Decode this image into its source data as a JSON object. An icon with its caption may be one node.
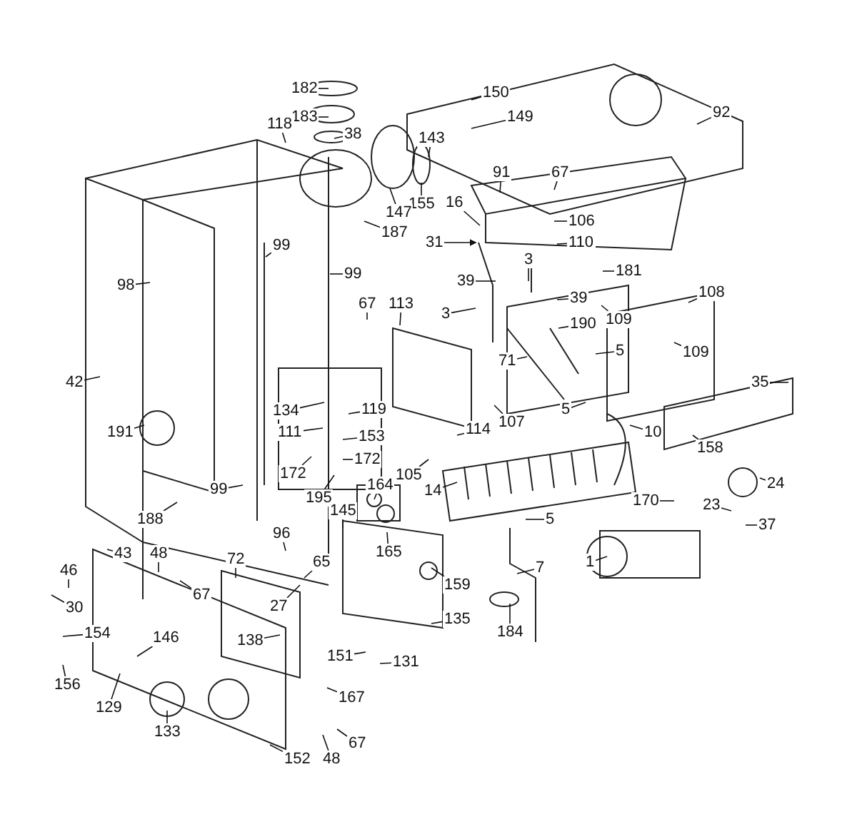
{
  "diagram": {
    "nodes": [
      {
        "text": [
          "182"
        ]
      },
      {
        "text": [
          "183"
        ]
      },
      {
        "text": [
          "118"
        ]
      },
      {
        "text": [
          "38"
        ]
      },
      {
        "text": [
          "143"
        ]
      },
      {
        "text": [
          "150"
        ]
      },
      {
        "text": [
          "149"
        ]
      },
      {
        "text": [
          "92"
        ]
      },
      {
        "text": [
          "91"
        ]
      },
      {
        "text": [
          "67"
        ]
      },
      {
        "text": [
          "155"
        ]
      },
      {
        "text": [
          "147"
        ]
      },
      {
        "text": [
          "187"
        ]
      },
      {
        "text": [
          "106"
        ]
      },
      {
        "text": [
          "16"
        ]
      },
      {
        "text": [
          "110"
        ]
      },
      {
        "text": [
          "31"
        ]
      },
      {
        "text": [
          "181"
        ]
      },
      {
        "text": [
          "99"
        ]
      },
      {
        "text": [
          "99"
        ]
      },
      {
        "text": [
          "98"
        ]
      },
      {
        "text": [
          "3"
        ]
      },
      {
        "text": [
          "39"
        ]
      },
      {
        "text": [
          "3"
        ]
      },
      {
        "text": [
          "39"
        ]
      },
      {
        "text": [
          "108"
        ]
      },
      {
        "text": [
          "67"
        ]
      },
      {
        "text": [
          "113"
        ]
      },
      {
        "text": [
          "109"
        ]
      },
      {
        "text": [
          "190"
        ]
      },
      {
        "text": [
          "5"
        ]
      },
      {
        "text": [
          "109"
        ]
      },
      {
        "text": [
          "71"
        ]
      },
      {
        "text": [
          "42"
        ]
      },
      {
        "text": [
          "35"
        ]
      },
      {
        "text": [
          "134"
        ]
      },
      {
        "text": [
          "119"
        ]
      },
      {
        "text": [
          "5"
        ]
      },
      {
        "text": [
          "107"
        ]
      },
      {
        "text": [
          "10"
        ]
      },
      {
        "text": [
          "191"
        ]
      },
      {
        "text": [
          "111"
        ]
      },
      {
        "text": [
          "153"
        ]
      },
      {
        "text": [
          "114"
        ]
      },
      {
        "text": [
          "172"
        ]
      },
      {
        "text": [
          "172"
        ]
      },
      {
        "text": [
          "158"
        ]
      },
      {
        "text": [
          "24"
        ]
      },
      {
        "text": [
          "14"
        ]
      },
      {
        "text": [
          "105"
        ]
      },
      {
        "text": [
          "99"
        ]
      },
      {
        "text": [
          "164"
        ]
      },
      {
        "text": [
          "195"
        ]
      },
      {
        "text": [
          "165"
        ]
      },
      {
        "text": [
          "188"
        ]
      },
      {
        "text": [
          "145"
        ]
      },
      {
        "text": [
          "170"
        ]
      },
      {
        "text": [
          "5"
        ]
      },
      {
        "text": [
          "23"
        ]
      },
      {
        "text": [
          "37"
        ]
      },
      {
        "text": [
          "96"
        ]
      },
      {
        "text": [
          "1"
        ]
      },
      {
        "text": [
          "43"
        ]
      },
      {
        "text": [
          "48"
        ]
      },
      {
        "text": [
          "72"
        ]
      },
      {
        "text": [
          "65"
        ]
      },
      {
        "text": [
          "7"
        ]
      },
      {
        "text": [
          "46"
        ]
      },
      {
        "text": [
          "159"
        ]
      },
      {
        "text": [
          "67"
        ]
      },
      {
        "text": [
          "27"
        ]
      },
      {
        "text": [
          "30"
        ]
      },
      {
        "text": [
          "154"
        ]
      },
      {
        "text": [
          "146"
        ]
      },
      {
        "text": [
          "135"
        ]
      },
      {
        "text": [
          "184"
        ]
      },
      {
        "text": [
          "138"
        ]
      },
      {
        "text": [
          "151"
        ]
      },
      {
        "text": [
          "131"
        ]
      },
      {
        "text": [
          "156"
        ]
      },
      {
        "text": [
          "129"
        ]
      },
      {
        "text": [
          "167"
        ]
      },
      {
        "text": [
          "133"
        ]
      },
      {
        "text": [
          "152"
        ]
      },
      {
        "text": [
          "48"
        ]
      },
      {
        "text": [
          "67"
        ]
      }
    ],
    "edges": [
      {
        "from": 0,
        "to": null,
        "arrow": "none"
      },
      {
        "from": 1,
        "to": null,
        "arrow": "none"
      },
      {
        "from": 2,
        "to": null,
        "arrow": "none"
      },
      {
        "from": 3,
        "to": null,
        "arrow": "none"
      },
      {
        "from": 4,
        "to": null,
        "arrow": "none"
      },
      {
        "from": 5,
        "to": null,
        "arrow": "none"
      },
      {
        "from": 6,
        "to": null,
        "arrow": "none"
      },
      {
        "from": 7,
        "to": null,
        "arrow": "none"
      },
      {
        "from": 8,
        "to": null,
        "arrow": "none"
      },
      {
        "from": 9,
        "to": null,
        "arrow": "none"
      },
      {
        "from": 10,
        "to": null,
        "arrow": "none"
      },
      {
        "from": 11,
        "to": null,
        "arrow": "none"
      },
      {
        "from": 12,
        "to": null,
        "arrow": "none"
      },
      {
        "from": 13,
        "to": null,
        "arrow": "none"
      },
      {
        "from": 14,
        "to": null,
        "arrow": "none"
      },
      {
        "from": 15,
        "to": null,
        "arrow": "none"
      },
      {
        "from": 16,
        "to": null,
        "arrow": "to"
      },
      {
        "from": 17,
        "to": null,
        "arrow": "none"
      },
      {
        "from": 18,
        "to": null,
        "arrow": "none"
      },
      {
        "from": 19,
        "to": null,
        "arrow": "none"
      },
      {
        "from": 20,
        "to": null,
        "arrow": "none"
      },
      {
        "from": 21,
        "to": null,
        "arrow": "none"
      },
      {
        "from": 22,
        "to": null,
        "arrow": "none"
      },
      {
        "from": 23,
        "to": null,
        "arrow": "none"
      },
      {
        "from": 24,
        "to": null,
        "arrow": "none"
      },
      {
        "from": 25,
        "to": null,
        "arrow": "none"
      },
      {
        "from": 26,
        "to": null,
        "arrow": "none"
      },
      {
        "from": 27,
        "to": null,
        "arrow": "none"
      },
      {
        "from": 28,
        "to": null,
        "arrow": "none"
      },
      {
        "from": 29,
        "to": null,
        "arrow": "none"
      },
      {
        "from": 30,
        "to": null,
        "arrow": "none"
      },
      {
        "from": 31,
        "to": null,
        "arrow": "none"
      },
      {
        "from": 32,
        "to": null,
        "arrow": "none"
      },
      {
        "from": 33,
        "to": null,
        "arrow": "none"
      },
      {
        "from": 34,
        "to": null,
        "arrow": "none"
      },
      {
        "from": 35,
        "to": null,
        "arrow": "none"
      },
      {
        "from": 36,
        "to": null,
        "arrow": "none"
      },
      {
        "from": 37,
        "to": null,
        "arrow": "none"
      },
      {
        "from": 38,
        "to": null,
        "arrow": "none"
      },
      {
        "from": 39,
        "to": null,
        "arrow": "none"
      },
      {
        "from": 40,
        "to": null,
        "arrow": "none"
      },
      {
        "from": 41,
        "to": null,
        "arrow": "none"
      },
      {
        "from": 42,
        "to": null,
        "arrow": "none"
      },
      {
        "from": 43,
        "to": null,
        "arrow": "none"
      },
      {
        "from": 44,
        "to": null,
        "arrow": "none"
      },
      {
        "from": 45,
        "to": null,
        "arrow": "none"
      },
      {
        "from": 46,
        "to": null,
        "arrow": "none"
      },
      {
        "from": 47,
        "to": null,
        "arrow": "none"
      },
      {
        "from": 48,
        "to": null,
        "arrow": "none"
      },
      {
        "from": 49,
        "to": null,
        "arrow": "none"
      },
      {
        "from": 50,
        "to": null,
        "arrow": "none"
      },
      {
        "from": 51,
        "to": null,
        "arrow": "none"
      },
      {
        "from": 52,
        "to": null,
        "arrow": "none"
      },
      {
        "from": 53,
        "to": null,
        "arrow": "none"
      },
      {
        "from": 54,
        "to": null,
        "arrow": "none"
      },
      {
        "from": 55,
        "to": null,
        "arrow": "none"
      },
      {
        "from": 56,
        "to": null,
        "arrow": "none"
      },
      {
        "from": 57,
        "to": null,
        "arrow": "none"
      },
      {
        "from": 58,
        "to": null,
        "arrow": "none"
      },
      {
        "from": 59,
        "to": null,
        "arrow": "none"
      },
      {
        "from": 60,
        "to": null,
        "arrow": "none"
      },
      {
        "from": 61,
        "to": null,
        "arrow": "none"
      },
      {
        "from": 62,
        "to": null,
        "arrow": "none"
      },
      {
        "from": 63,
        "to": null,
        "arrow": "none"
      },
      {
        "from": 64,
        "to": null,
        "arrow": "none"
      },
      {
        "from": 65,
        "to": null,
        "arrow": "none"
      },
      {
        "from": 66,
        "to": null,
        "arrow": "none"
      },
      {
        "from": 67,
        "to": null,
        "arrow": "none"
      },
      {
        "from": 68,
        "to": null,
        "arrow": "none"
      },
      {
        "from": 69,
        "to": null,
        "arrow": "none"
      },
      {
        "from": 70,
        "to": null,
        "arrow": "none"
      },
      {
        "from": 71,
        "to": null,
        "arrow": "none"
      },
      {
        "from": 72,
        "to": null,
        "arrow": "none"
      },
      {
        "from": 73,
        "to": null,
        "arrow": "none"
      },
      {
        "from": 74,
        "to": null,
        "arrow": "none"
      },
      {
        "from": 75,
        "to": null,
        "arrow": "none"
      },
      {
        "from": 76,
        "to": null,
        "arrow": "none"
      },
      {
        "from": 77,
        "to": null,
        "arrow": "none"
      },
      {
        "from": 78,
        "to": null,
        "arrow": "none"
      },
      {
        "from": 79,
        "to": null,
        "arrow": "none"
      },
      {
        "from": 80,
        "to": null,
        "arrow": "none"
      },
      {
        "from": 81,
        "to": null,
        "arrow": "none"
      },
      {
        "from": 82,
        "to": null,
        "arrow": "none"
      },
      {
        "from": 83,
        "to": null,
        "arrow": "none"
      },
      {
        "from": 84,
        "to": null,
        "arrow": "none"
      },
      {
        "from": 85,
        "to": null,
        "arrow": "none"
      }
    ]
  }
}
